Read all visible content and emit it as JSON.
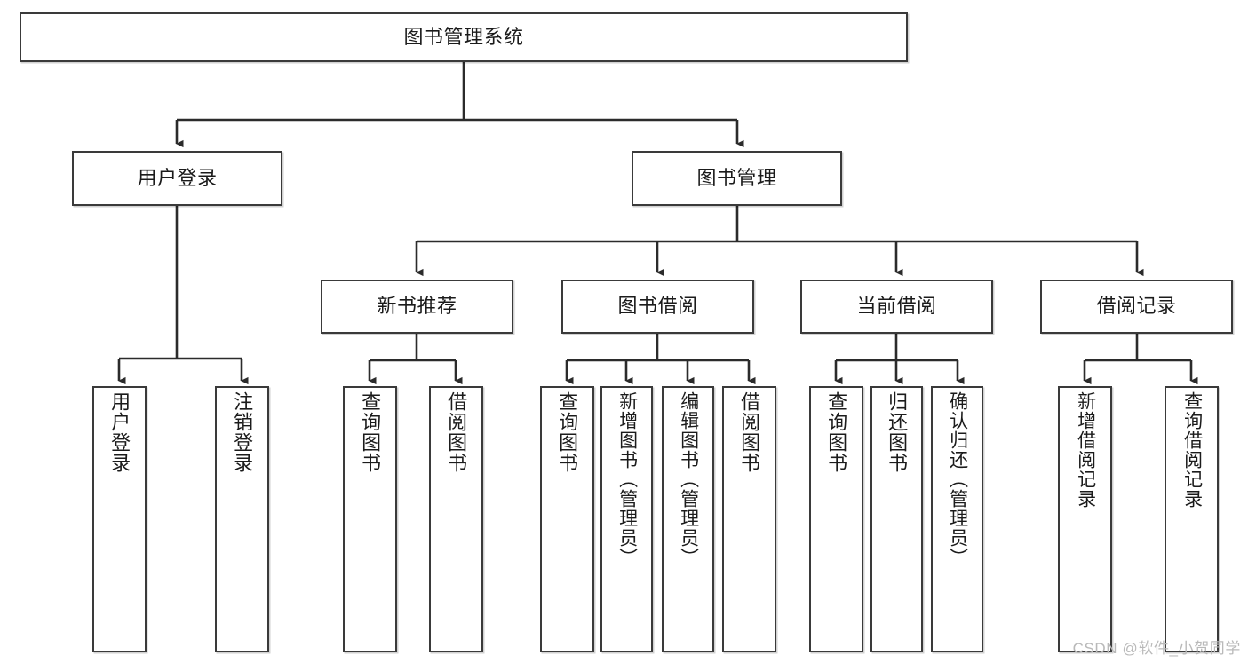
{
  "diagram": {
    "type": "tree-hierarchy",
    "title": "图书管理系统",
    "orientation": "top-down",
    "watermark": "CSDN @软件_小贺同学",
    "colors": {
      "box_border": "#3a3a3a",
      "box_fill": "#ffffff",
      "edge": "#2b2b2b",
      "text": "#1b1b1b",
      "watermark": "#b9b9b9"
    },
    "root": {
      "label": "图书管理系统"
    },
    "level2": [
      {
        "label": "用户登录"
      },
      {
        "label": "图书管理"
      }
    ],
    "level3": [
      {
        "label": "新书推荐"
      },
      {
        "label": "图书借阅"
      },
      {
        "label": "当前借阅"
      },
      {
        "label": "借阅记录"
      }
    ],
    "leaves": {
      "user_login": [
        {
          "label": "用户登录"
        },
        {
          "label": "注销登录"
        }
      ],
      "new_book_recommend": [
        {
          "label": "查询图书"
        },
        {
          "label": "借阅图书"
        }
      ],
      "book_borrow": [
        {
          "label": "查询图书"
        },
        {
          "label": "新增图书（管理员）"
        },
        {
          "label": "编辑图书（管理员）"
        },
        {
          "label": "借阅图书"
        }
      ],
      "current_borrow": [
        {
          "label": "查询图书"
        },
        {
          "label": "归还图书"
        },
        {
          "label": "确认归还（管理员）"
        }
      ],
      "borrow_record": [
        {
          "label": "新增借阅记录"
        },
        {
          "label": "查询借阅记录"
        }
      ]
    }
  }
}
